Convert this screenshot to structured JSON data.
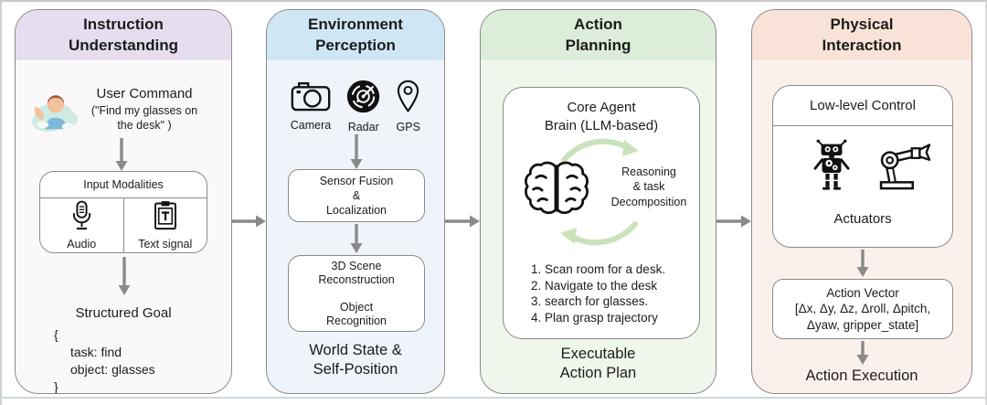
{
  "figure": {
    "columns": {
      "instruction": {
        "title": "Instruction\nUnderstanding",
        "user_command_title": "User Command",
        "user_command_quote": "(\"Find my glasses on\nthe desk\"  )",
        "input_modalities_title": "Input Modalities",
        "audio_label": "Audio",
        "text_label": "Text signal",
        "structured_goal_title": "Structured Goal",
        "goal_lines": [
          "{",
          "task: find",
          "object: glasses",
          "}"
        ]
      },
      "perception": {
        "title": "Environment\nPerception",
        "sensors": [
          {
            "label": "Camera"
          },
          {
            "label": "Radar"
          },
          {
            "label": "GPS"
          }
        ],
        "fusion_box": "Sensor Fusion\n&\nLocalization",
        "scene_box": "3D Scene\nReconstruction\n\nObject\nRecognition",
        "output_label": "World State &\nSelf-Position"
      },
      "planning": {
        "title": "Action\nPlanning",
        "core_title": "Core Agent\nBrain (LLM-based)",
        "loop_label": "Reasoning\n& task\nDecomposition",
        "steps": [
          "1. Scan room for a desk.",
          "2. Navigate to the desk",
          "3. search for glasses.",
          "4. Plan grasp trajectory"
        ],
        "output_label": "Executable\nAction Plan"
      },
      "interaction": {
        "title": "Physical\nInteraction",
        "control_title": "Low-level Control",
        "actuators_label": "Actuators",
        "action_vector": "Action Vector\n[Δx, Δy, Δz, Δroll, Δpitch,\nΔyaw, gripper_state]",
        "output_label": "Action Execution"
      }
    },
    "colors": {
      "header_instruction": "#e6deee",
      "header_perception": "#cfe7f4",
      "header_planning": "#dcedd9",
      "header_interaction": "#f9e3d8",
      "body_instruction": "#faf8fb",
      "body_perception": "#eef4f9",
      "body_planning": "#eff6ec",
      "body_interaction": "#fbf1ec",
      "box_border": "#8a8a8a",
      "flow_arrow": "#8a8a8a",
      "loop_arrow": "#c8e3ba"
    }
  }
}
